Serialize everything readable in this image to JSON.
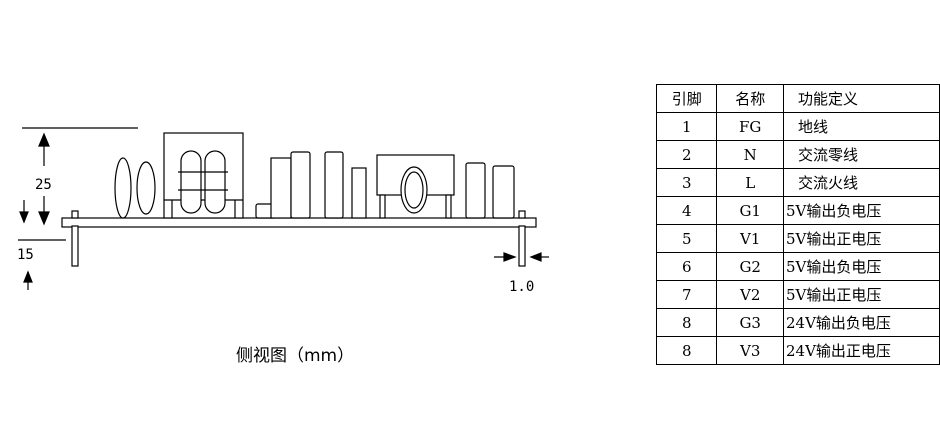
{
  "side_view": {
    "caption": "侧视图（mm）",
    "dim_height": "25",
    "dim_offset": "15",
    "dim_pin": "1.0"
  },
  "pin_table": {
    "headers": [
      "引脚",
      "名称",
      "功能定义"
    ],
    "rows": [
      {
        "pin": "1",
        "name": "FG",
        "function": "地线"
      },
      {
        "pin": "2",
        "name": "N",
        "function": "交流零线"
      },
      {
        "pin": "3",
        "name": "L",
        "function": "交流火线"
      },
      {
        "pin": "4",
        "name": "G1",
        "function": "5V输出负电压"
      },
      {
        "pin": "5",
        "name": "V1",
        "function": "5V输出正电压"
      },
      {
        "pin": "6",
        "name": "G2",
        "function": "5V输出负电压"
      },
      {
        "pin": "7",
        "name": "V2",
        "function": "5V输出正电压"
      },
      {
        "pin": "8",
        "name": "G3",
        "function": "24V输出负电压"
      },
      {
        "pin": "8",
        "name": "V3",
        "function": "24V输出正电压"
      }
    ]
  }
}
